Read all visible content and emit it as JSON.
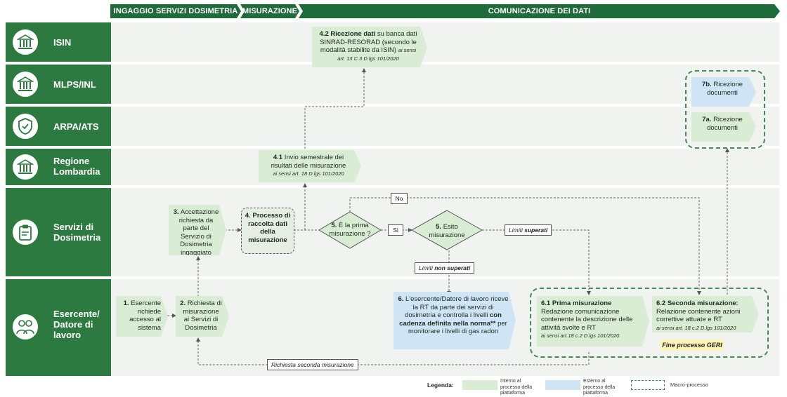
{
  "phases": [
    {
      "label": "INGAGGIO SERVIZI DOSIMETRIA"
    },
    {
      "label": "MISURAZIONE"
    },
    {
      "label": "COMUNICAZIONE DEI DATI"
    }
  ],
  "lanes": [
    {
      "label": "ISIN",
      "icon": "building-icon"
    },
    {
      "label": "MLPS/INL",
      "icon": "building-icon"
    },
    {
      "label": "ARPA/ATS",
      "icon": "shield-icon"
    },
    {
      "label": "Regione\nLombardia",
      "icon": "building-icon"
    },
    {
      "label": "Servizi di\nDosimetria",
      "icon": "clipboard-icon"
    },
    {
      "label": "Esercente/\nDatore di\nlavoro",
      "icon": "people-icon"
    }
  ],
  "steps": {
    "s1": {
      "num": "1.",
      "text": "Esercente richiede accesso al sistema"
    },
    "s2": {
      "num": "2.",
      "text": "Richiesta di misurazione ai Servizi di Dosimetria"
    },
    "s3": {
      "num": "3.",
      "text": "Accettazione richiesta da parte del Servizio di Dosimetria ingaggiato"
    },
    "s4": {
      "num": "4.",
      "bold": "Processo di raccolta dati della misurazione"
    },
    "s41": {
      "num": "4.1",
      "text": "Invio semestrale dei risultati delle misurazione",
      "note": "ai sensi art. 18 D.lgs 101/2020"
    },
    "s42": {
      "num": "4.2",
      "bold": "Ricezione dati",
      "text": "su banca dati SINRAD-RESORAD (secondo le modalità stabilite da ISIN)",
      "note_inline": "ai sensi",
      "note": "art. 13 C.3 D.lgs 101/2020"
    },
    "s5a": {
      "num": "5.",
      "text": "È la prima misurazione ?"
    },
    "s5b": {
      "num": "5.",
      "text": "Esito misurazione"
    },
    "s6": {
      "num": "6.",
      "text_a": "L'esercente/Datore di lavoro riceve la RT da parte dei servizi di dosimetria e controlla i livelli",
      "bold": "con cadenza definita nella norma**",
      "text_b": "per monitorare i livelli di gas radon"
    },
    "s61": {
      "num": "6.1",
      "bold": "Prima misurazione",
      "text": "Redazione comunicazione contenente la descrizione delle attività svolte e RT",
      "note": "ai sensi art.18 c.2 D.lgs 101/2020"
    },
    "s62": {
      "num": "6.2",
      "bold": "Seconda misurazione:",
      "text": "Relazione contenente azioni correttive attuate e RT",
      "note": "ai sensi art. 18 c.2 D.lgs 101/2020"
    },
    "s7a": {
      "num": "7a.",
      "text": "Ricezione documenti"
    },
    "s7b": {
      "num": "7b.",
      "text": "Ricezione documenti"
    }
  },
  "tags": {
    "no": "No",
    "si": "Si",
    "limiti_superati_a": "Limiti",
    "limiti_superati_b": "superati",
    "limiti_non_a": "Limiti",
    "limiti_non_b": "non superati",
    "richiesta": "Richiesta seconda misurazione",
    "fine": "Fine processo GERI"
  },
  "legend": {
    "title": "Legenda:",
    "internal": "Interno al processo della piattaforma",
    "external": "Esterno al processo della piattaforma",
    "macro": "Macro-processo"
  },
  "colors": {
    "lane_green": "#2c7a3f",
    "phase_green": "#1f6b3a",
    "box_green": "#d9ecd4",
    "box_blue": "#cfe4f5",
    "band": "#f0f3f0"
  }
}
